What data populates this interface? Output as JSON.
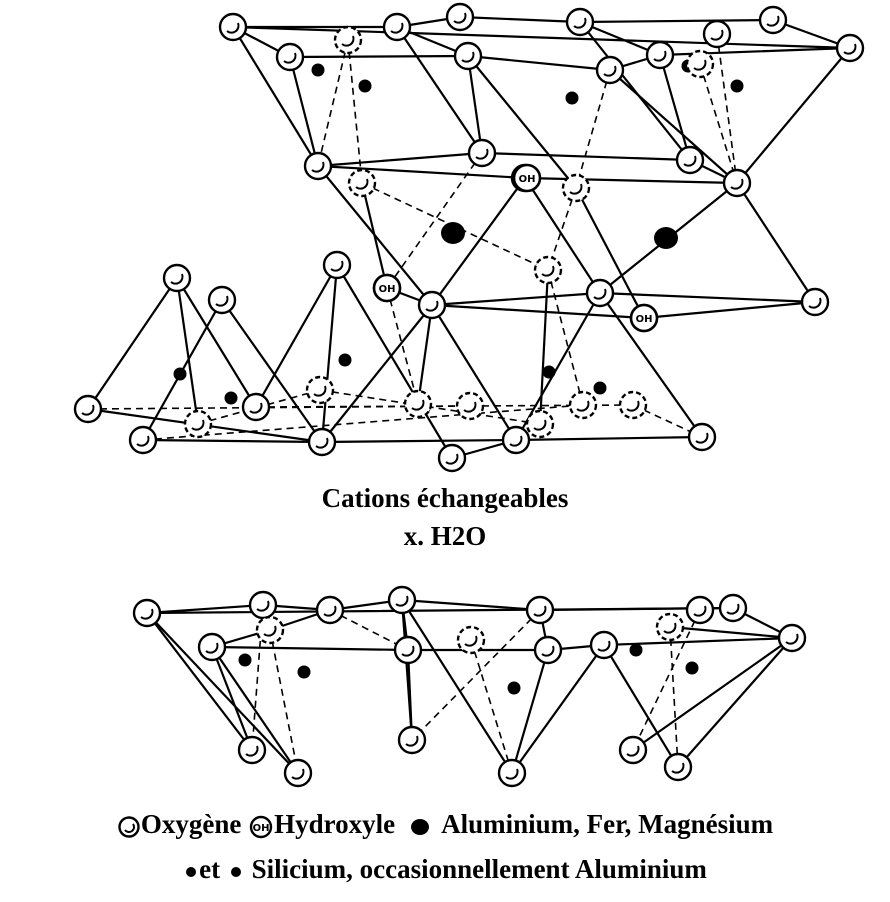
{
  "caption": {
    "line1": "Cations échangeables",
    "line2": "x. H2O"
  },
  "legend": {
    "oxygen_label": "Oxygène",
    "hydroxyl_label": "Hydroxyle",
    "octahedral_label": "Aluminium, Fer, Magnésium",
    "connector": "et",
    "tetrahedral_label": "Silicium, occasionnellement Aluminium",
    "oh_symbol_text": "OH"
  },
  "colors": {
    "line": "#000000",
    "atom_fill": "#ffffff",
    "cation_fill": "#000000",
    "background": "#ffffff"
  }
}
